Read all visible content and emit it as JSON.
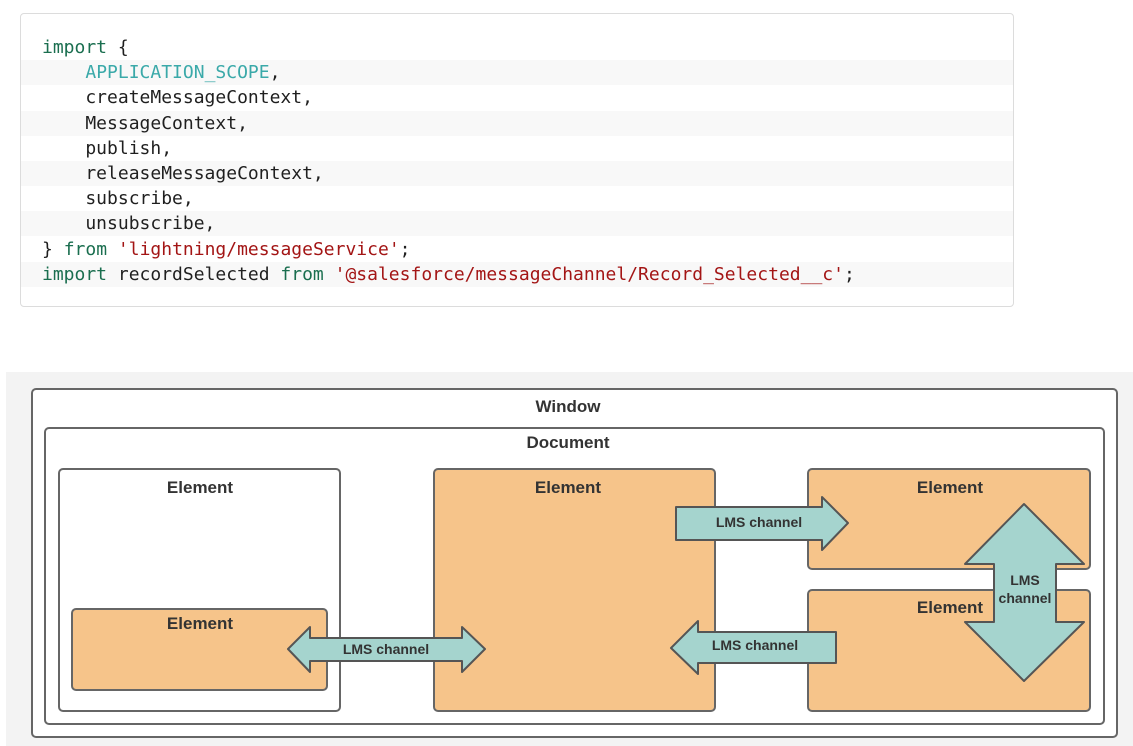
{
  "code": {
    "lines": [
      [
        {
          "t": "import",
          "c": "kw"
        },
        {
          "t": " {",
          "c": ""
        }
      ],
      [
        {
          "t": "    ",
          "c": ""
        },
        {
          "t": "APPLICATION_SCOPE",
          "c": "const"
        },
        {
          "t": ",",
          "c": ""
        }
      ],
      [
        {
          "t": "    createMessageContext,",
          "c": ""
        }
      ],
      [
        {
          "t": "    MessageContext,",
          "c": ""
        }
      ],
      [
        {
          "t": "    publish,",
          "c": ""
        }
      ],
      [
        {
          "t": "    releaseMessageContext,",
          "c": ""
        }
      ],
      [
        {
          "t": "    subscribe,",
          "c": ""
        }
      ],
      [
        {
          "t": "    unsubscribe,",
          "c": ""
        }
      ],
      [
        {
          "t": "} ",
          "c": ""
        },
        {
          "t": "from",
          "c": "kw"
        },
        {
          "t": " ",
          "c": ""
        },
        {
          "t": "'lightning/messageService'",
          "c": "str"
        },
        {
          "t": ";",
          "c": ""
        }
      ],
      [
        {
          "t": "import",
          "c": "kw"
        },
        {
          "t": " recordSelected ",
          "c": ""
        },
        {
          "t": "from",
          "c": "kw"
        },
        {
          "t": " ",
          "c": ""
        },
        {
          "t": "'@salesforce/messageChannel/Record_Selected__c'",
          "c": "str"
        },
        {
          "t": ";",
          "c": ""
        }
      ]
    ]
  },
  "diagram": {
    "window_label": "Window",
    "document_label": "Document",
    "element_left_outer": "Element",
    "element_left_inner": "Element",
    "element_center": "Element",
    "element_right_top": "Element",
    "element_right_bottom": "Element",
    "channel_left": "LMS channel",
    "channel_top": "LMS channel",
    "channel_bottom": "LMS channel",
    "channel_vertical_line1": "LMS",
    "channel_vertical_line2": "channel",
    "colors": {
      "element_fill": "#f6c48a",
      "channel_fill": "#a5d4ce",
      "stroke": "#555555"
    }
  }
}
